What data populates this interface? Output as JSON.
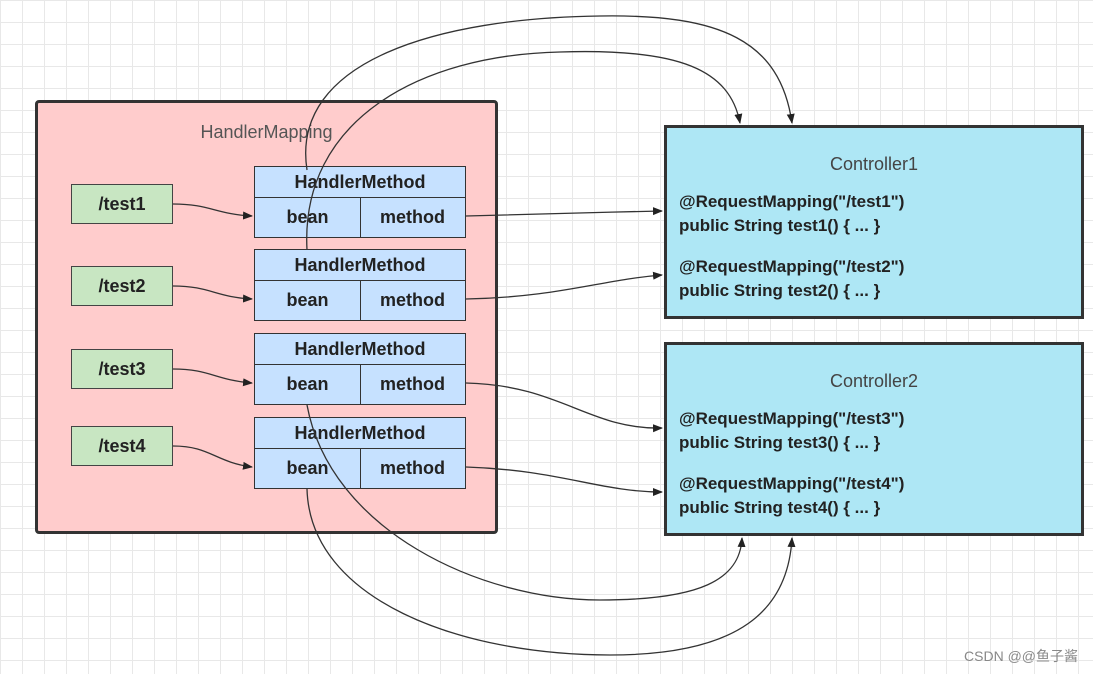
{
  "handler_mapping": {
    "title": "HandlerMapping",
    "routes": [
      "/test1",
      "/test2",
      "/test3",
      "/test4"
    ],
    "handler_methods": [
      {
        "header": "HandlerMethod",
        "bean": "bean",
        "method": "method"
      },
      {
        "header": "HandlerMethod",
        "bean": "bean",
        "method": "method"
      },
      {
        "header": "HandlerMethod",
        "bean": "bean",
        "method": "method"
      },
      {
        "header": "HandlerMethod",
        "bean": "bean",
        "method": "method"
      }
    ]
  },
  "controllers": [
    {
      "title": "Controller1",
      "lines": [
        "@RequestMapping(\"/test1\")",
        "public String test1() { ... }",
        "@RequestMapping(\"/test2\")",
        "public String test2() { ... }"
      ]
    },
    {
      "title": "Controller2",
      "lines": [
        "@RequestMapping(\"/test3\")",
        "public String test3() { ... }",
        "@RequestMapping(\"/test4\")",
        "public String test4() { ... }"
      ]
    }
  ],
  "watermark": "CSDN @@鱼子酱",
  "colors": {
    "handler_mapping_bg": "#ffcccc",
    "route_bg": "#c8e6c2",
    "handler_method_bg": "#c6e1ff",
    "controller_bg": "#aee7f5"
  }
}
